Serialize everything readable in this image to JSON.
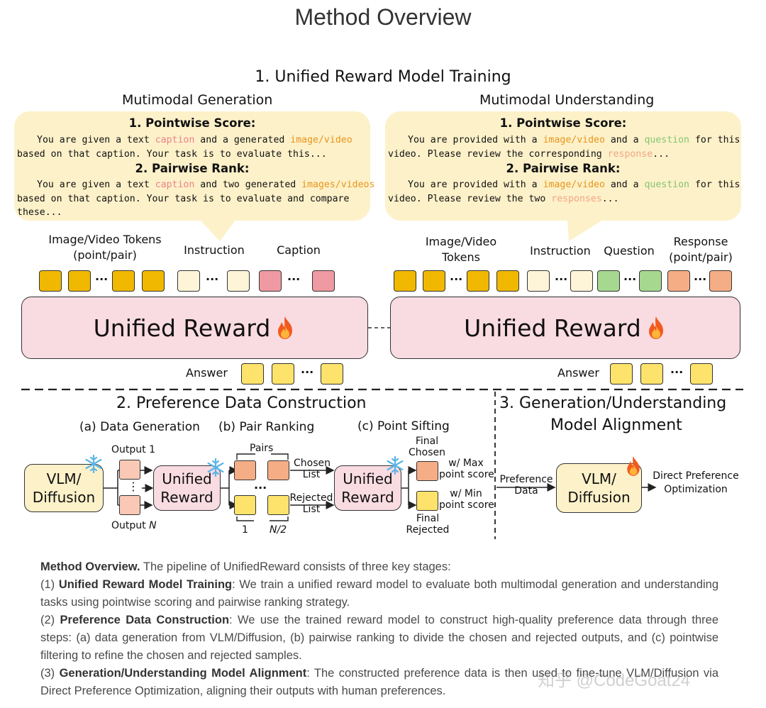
{
  "title": "Method Overview",
  "section1": {
    "title": "1. Unified Reward Model Training",
    "generation": {
      "subtitle": "Mutimodal Generation",
      "pointwise_head": "1. Pointwise Score:",
      "pointwise_line1": [
        "You are given a text ",
        "caption",
        " and a generated ",
        "image/video"
      ],
      "pointwise_line2": "based on that caption. Your task is to evaluate this...",
      "pairwise_head": "2. Pairwise Rank:",
      "pairwise_line1": [
        "You are given a text ",
        "caption",
        " and two generated ",
        "images/videos"
      ],
      "pairwise_line2": "based on that caption. Your task is to evaluate and compare",
      "pairwise_line3": "these...",
      "labels": {
        "tokens": "Image/Video Tokens",
        "tokens_sub": "(point/pair)",
        "instruction": "Instruction",
        "caption": "Caption"
      },
      "reward": "Unified Reward",
      "answer": "Answer"
    },
    "understanding": {
      "subtitle": "Mutimodal Understanding",
      "pointwise_head": "1. Pointwise Score:",
      "pointwise_line1": [
        "You are provided with a ",
        "image/video",
        " and a ",
        "question",
        " for this"
      ],
      "pointwise_line2": [
        "video. Please review the corresponding ",
        "response",
        "..."
      ],
      "pairwise_head": "2. Pairwise Rank:",
      "pairwise_line1": [
        "You are provided with a ",
        "image/video",
        " and a ",
        "question",
        " for this"
      ],
      "pairwise_line2": [
        "video. Please review the two ",
        "responses",
        "..."
      ],
      "labels": {
        "tokens": "Image/Video",
        "tokens_sub": "Tokens",
        "instruction": "Instruction",
        "question": "Question",
        "response": "Response",
        "response_sub": "(point/pair)"
      },
      "reward": "Unified Reward",
      "answer": "Answer"
    },
    "ellipsis": "···"
  },
  "section2": {
    "title": "2. Preference Data Construction",
    "a": "(a) Data Generation",
    "b": "(b) Pair Ranking",
    "c": "(c) Point Sifting",
    "vlm1": "VLM/",
    "vlm2": "Diffusion",
    "output1": "Output 1",
    "outputN_prefix": "Output ",
    "outputN_var": "N",
    "unified1": "Unified",
    "unified2": "Reward",
    "pairs": "Pairs",
    "pair_first": "1",
    "pair_last": "N/2",
    "chosen1": "Chosen",
    "chosen2": "List",
    "rejected1": "Rejected",
    "rejected2": "List",
    "final_chosen1": "Final",
    "final_chosen2": "Chosen",
    "final_rejected1": "Final",
    "final_rejected2": "Rejected",
    "max1": "w/ Max",
    "max2": "point score",
    "min1": "w/ Min",
    "min2": "point score",
    "vdots": "⋮",
    "hdots": "···"
  },
  "section3": {
    "title1": "3. Generation/Understanding",
    "title2": "Model Alignment",
    "pref1": "Preference",
    "pref2": "Data",
    "vlm1": "VLM/",
    "vlm2": "Diffusion",
    "dpo1": "Direct Preference",
    "dpo2": "Optimization"
  },
  "caption": {
    "intro_bold": "Method Overview.",
    "intro": " The pipeline of UnifiedReward consists of three key stages:",
    "p1_num": "(1) ",
    "p1_bold": "Unified Reward Model Training",
    "p1": ": We train a unified reward model to evaluate both multimodal generation and understanding tasks using pointwise scoring and pairwise ranking strategy.",
    "p2_num": "(2) ",
    "p2_bold": "Preference Data Construction",
    "p2": ": We use the trained reward model to construct high-quality preference data through three steps: (a) data generation from VLM/Diffusion, (b) pairwise ranking to divide the chosen and rejected outputs, and (c) pointwise filtering to refine the chosen and rejected samples.",
    "p3_num": "(3) ",
    "p3_bold": "Generation/Understanding Model Alignment",
    "p3": ": The constructed preference data is then used to fine-tune VLM/Diffusion via Direct Preference Optimization, aligning their outputs with human preferences."
  },
  "watermark": "知乎 @CodeGoat24",
  "colors": {
    "bubble": "#fdf1c9",
    "reward": "#f9dbe2",
    "gold": "#f0b800",
    "caption": "#e8828a",
    "image": "#e8951b",
    "question": "#86c472",
    "response": "#f0a588"
  }
}
